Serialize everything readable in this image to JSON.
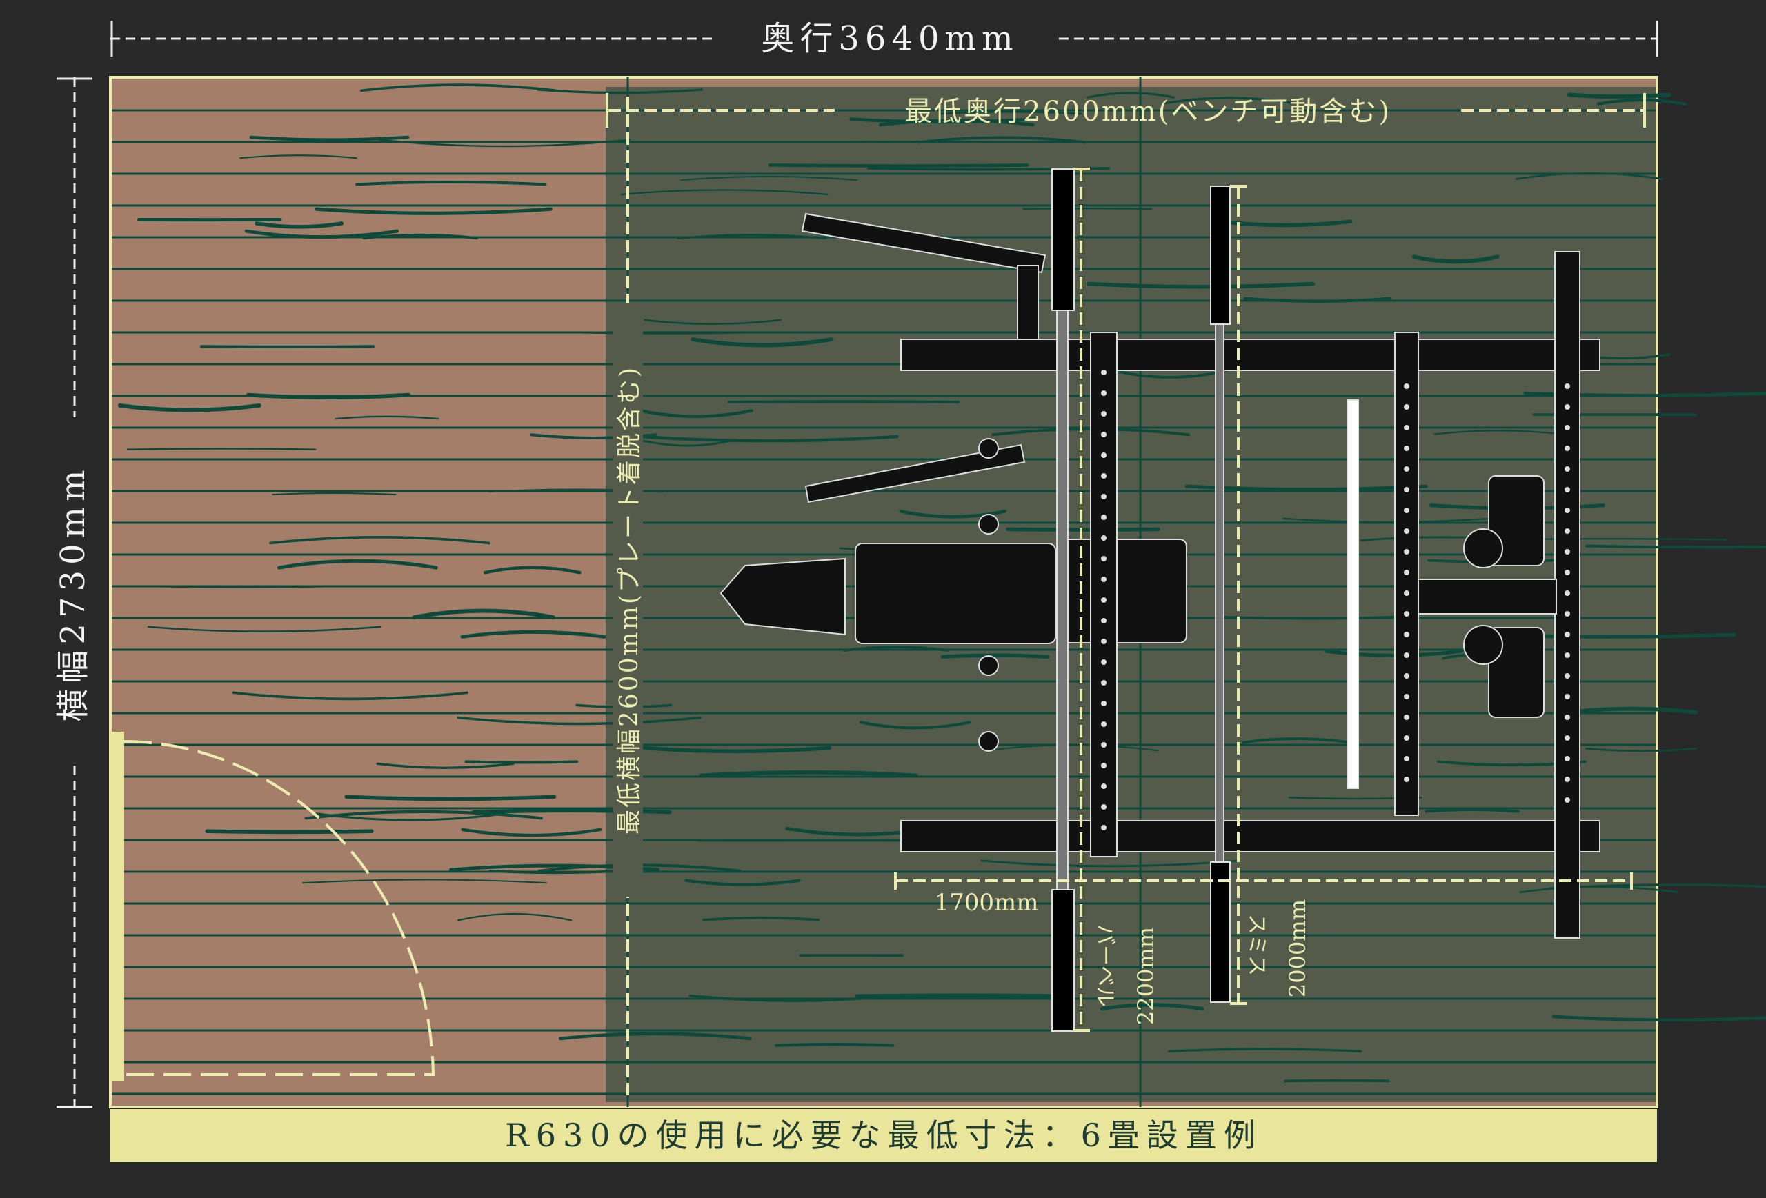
{
  "dimensions": {
    "depth_total": "奥行3640mm",
    "width_total": "横幅2730mm",
    "min_depth": "最低奥行2600mm(ベンチ可動含む)",
    "min_width": "最低横幅2600mm(プレート着脱含む)",
    "rack_width": "1700mm",
    "barbell_label": "バーベル",
    "barbell_length": "2200mm",
    "smith_label": "スミス",
    "smith_length": "2000mm"
  },
  "caption": "R630の使用に必要な最低寸法：6畳設置例",
  "colors": {
    "background": "#292929",
    "floor_wood": "#a47e69",
    "required_area": "#545b4b",
    "grain": "#0d4a3c",
    "accent_yellow": "#ecebb0",
    "caption_bg": "#e9e59b"
  }
}
